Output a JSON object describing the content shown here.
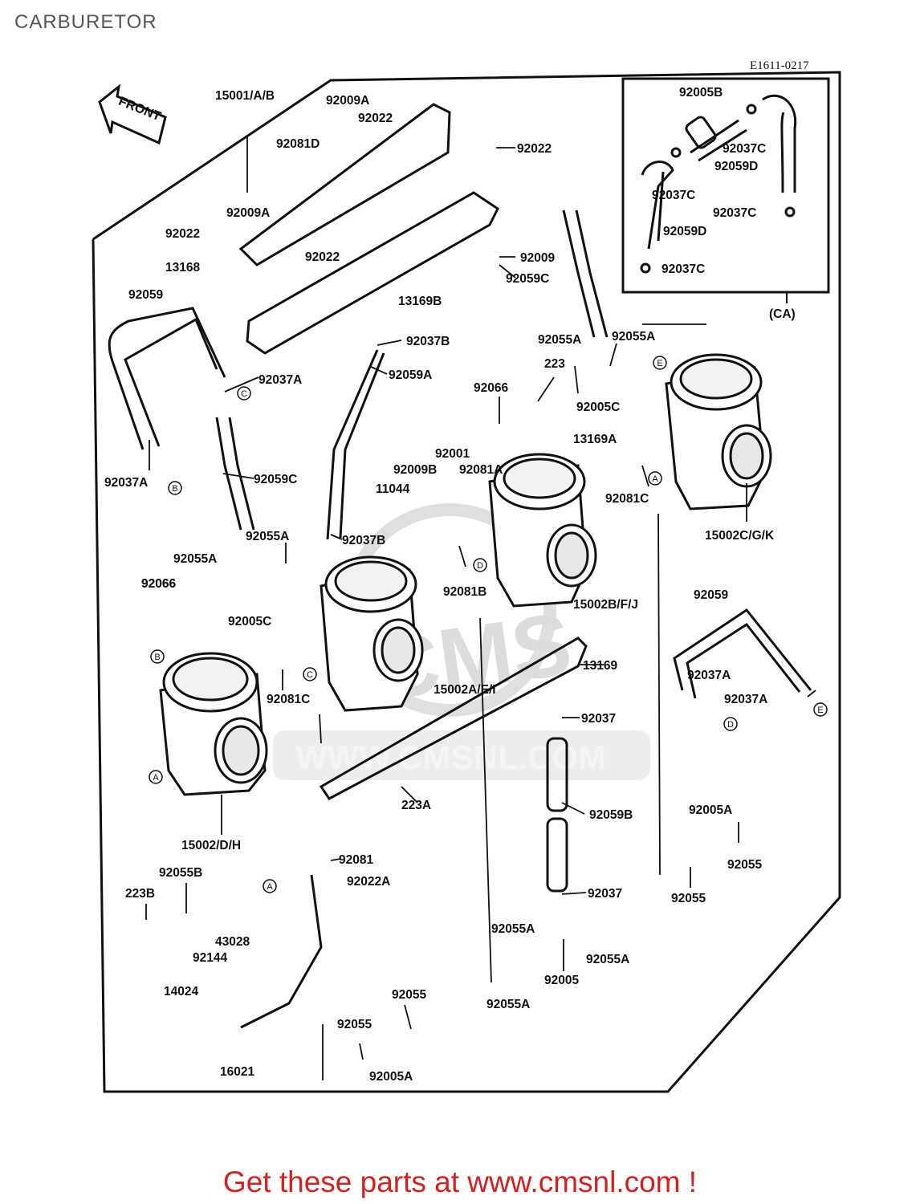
{
  "page": {
    "title": "CARBURETOR",
    "diagram_code": "E1611-0217",
    "footer_link": "Get these parts at www.cmsnl.com !"
  },
  "watermark": {
    "brand": "CMS",
    "url": "WWW.CMSNL.COM"
  },
  "front_arrow": "FRONT",
  "inset_label": "(CA)",
  "colors": {
    "title": "#555555",
    "footer": "#d71f1f",
    "ink": "#111111",
    "watermark": "#d8d8d8"
  },
  "parts": [
    "15001/A/B",
    "92009A",
    "92022",
    "92022",
    "92081D",
    "92009A",
    "92022",
    "92022",
    "13168",
    "92009",
    "92059C",
    "13169B",
    "92059",
    "92037A",
    "92037A",
    "92037B",
    "92059A",
    "92066",
    "92055A",
    "92055A",
    "223",
    "92005C",
    "13169A",
    "92066",
    "92001",
    "92009B",
    "92081A",
    "11044",
    "92059C",
    "92037B",
    "92081C",
    "92081B",
    "15002C/G/K",
    "15002B/F/J",
    "92055A",
    "92055A",
    "92066",
    "92005C",
    "92081C",
    "15002A/E/I",
    "13169",
    "92059",
    "92037A",
    "92037A",
    "92037",
    "15002/D/H",
    "223A",
    "92059B",
    "92005A",
    "92055",
    "92055",
    "92081",
    "92022A",
    "92037",
    "92055B",
    "223B",
    "43028",
    "92144",
    "14024",
    "92055A",
    "92055A",
    "92005",
    "92055A",
    "92055",
    "92055",
    "92005A",
    "16021",
    "92005B",
    "92037C",
    "92059D",
    "92037C",
    "92037C",
    "92059D",
    "92037C"
  ],
  "markers": [
    "C",
    "B",
    "E",
    "A",
    "D",
    "B",
    "C",
    "A",
    "D",
    "E",
    "A"
  ]
}
